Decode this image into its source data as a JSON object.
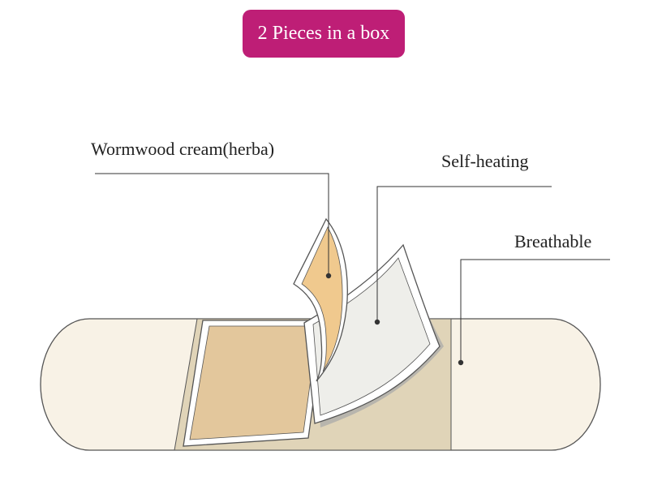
{
  "badge": {
    "text": "2 Pieces in a box",
    "color": "#be1e76"
  },
  "layers": [
    {
      "label": "Wormwood cream(herba)",
      "color": "#f0c98e"
    },
    {
      "label": "Self-heating",
      "color": "#eeeeea"
    },
    {
      "label": "Breathable",
      "color": "#f8f2e6"
    }
  ],
  "colors": {
    "outline": "#555555",
    "pad_base": "#e0d4b8",
    "pad_inner": "#e3c79c",
    "leader_line": "#333333"
  }
}
